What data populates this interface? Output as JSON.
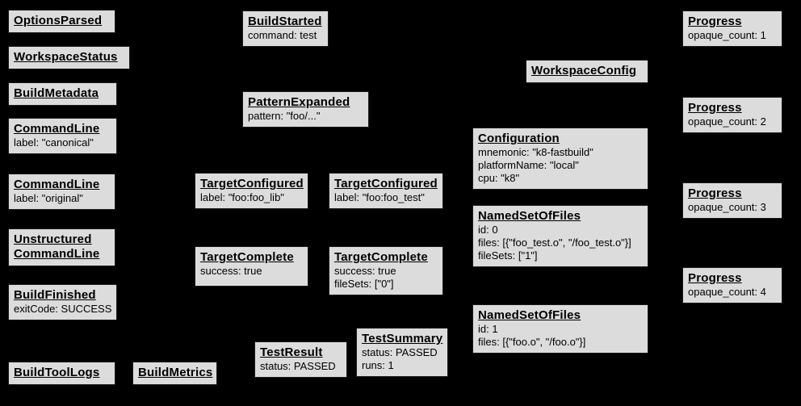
{
  "colors": {
    "background": "#000000",
    "box_fill": "#dcdcdc",
    "box_border": "#1b1b1b",
    "text": "#000000"
  },
  "events": {
    "options_parsed": {
      "title": "OptionsParsed"
    },
    "workspace_status": {
      "title": "WorkspaceStatus"
    },
    "build_metadata": {
      "title": "BuildMetadata"
    },
    "command_line_canonical": {
      "title": "CommandLine",
      "lines": [
        "label: \"canonical\""
      ]
    },
    "command_line_original": {
      "title": "CommandLine",
      "lines": [
        "label: \"original\""
      ]
    },
    "unstructured_command_line": {
      "title": "Unstructured CommandLine"
    },
    "build_finished": {
      "title": "BuildFinished",
      "lines": [
        "exitCode: SUCCESS"
      ]
    },
    "build_tool_logs": {
      "title": "BuildToolLogs"
    },
    "build_metrics": {
      "title": "BuildMetrics"
    },
    "build_started": {
      "title": "BuildStarted",
      "lines": [
        "command: test"
      ]
    },
    "pattern_expanded": {
      "title": "PatternExpanded",
      "lines": [
        "pattern: \"foo/...\""
      ]
    },
    "target_configured_foo_lib": {
      "title": "TargetConfigured",
      "lines": [
        "label: \"foo:foo_lib\""
      ]
    },
    "target_configured_foo_test": {
      "title": "TargetConfigured",
      "lines": [
        "label: \"foo:foo_test\""
      ]
    },
    "target_complete_foo_lib": {
      "title": "TargetComplete",
      "lines": [
        "success: true"
      ]
    },
    "target_complete_foo_test": {
      "title": "TargetComplete",
      "lines": [
        "success: true",
        "fileSets: [\"0\"]"
      ]
    },
    "test_result": {
      "title": "TestResult",
      "lines": [
        "status: PASSED"
      ]
    },
    "test_summary": {
      "title": "TestSummary",
      "lines": [
        "status: PASSED",
        "runs: 1"
      ]
    },
    "workspace_config": {
      "title": "WorkspaceConfig"
    },
    "configuration": {
      "title": "Configuration",
      "lines": [
        "mnemonic: \"k8-fastbuild\"",
        "platformName: \"local\"",
        "cpu: \"k8\""
      ]
    },
    "named_set_of_files_0": {
      "title": "NamedSetOfFiles",
      "lines": [
        "id: 0",
        "files: [{\"foo_test.o\", \"/foo_test.o\"}]",
        "fileSets: [\"1\"]"
      ]
    },
    "named_set_of_files_1": {
      "title": "NamedSetOfFiles",
      "lines": [
        "id: 1",
        "files: [{\"foo.o\", \"/foo.o\"}]"
      ]
    },
    "progress_1": {
      "title": "Progress",
      "lines": [
        "opaque_count: 1"
      ]
    },
    "progress_2": {
      "title": "Progress",
      "lines": [
        "opaque_count: 2"
      ]
    },
    "progress_3": {
      "title": "Progress",
      "lines": [
        "opaque_count: 3"
      ]
    },
    "progress_4": {
      "title": "Progress",
      "lines": [
        "opaque_count: 4"
      ]
    }
  }
}
